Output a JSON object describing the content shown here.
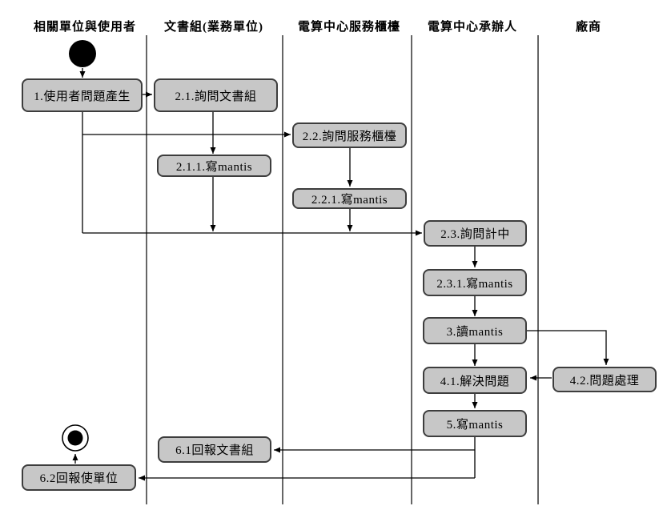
{
  "diagram": {
    "type": "uml-activity-swimlane",
    "colors": {
      "background": "#ffffff",
      "node_fill": "#c7c7c7",
      "node_border": "#3d3d3d",
      "line": "#000000",
      "text": "#000000"
    },
    "lanes": [
      {
        "label": "相關單位與使用者"
      },
      {
        "label": "文書組(業務單位)"
      },
      {
        "label": "電算中心服務櫃檯"
      },
      {
        "label": "電算中心承辦人"
      },
      {
        "label": "廠商"
      }
    ],
    "nodes": {
      "start": {
        "type": "initial-node",
        "lane": "相關單位與使用者"
      },
      "end": {
        "type": "final-node",
        "lane": "相關單位與使用者"
      }
    },
    "activities": [
      {
        "id": "1",
        "label": "1.使用者問題產生",
        "lane": "相關單位與使用者"
      },
      {
        "id": "2.1",
        "label": "2.1.詢問文書組",
        "lane": "文書組(業務單位)"
      },
      {
        "id": "2.1.1",
        "label": "2.1.1.寫mantis",
        "lane": "文書組(業務單位)"
      },
      {
        "id": "2.2",
        "label": "2.2.詢問服務櫃檯",
        "lane": "電算中心服務櫃檯"
      },
      {
        "id": "2.2.1",
        "label": "2.2.1.寫mantis",
        "lane": "電算中心服務櫃檯"
      },
      {
        "id": "2.3",
        "label": "2.3.詢問計中",
        "lane": "電算中心承辦人"
      },
      {
        "id": "2.3.1",
        "label": "2.3.1.寫mantis",
        "lane": "電算中心承辦人"
      },
      {
        "id": "3",
        "label": "3.讀mantis",
        "lane": "電算中心承辦人"
      },
      {
        "id": "4.1",
        "label": "4.1.解決問題",
        "lane": "電算中心承辦人"
      },
      {
        "id": "4.2",
        "label": "4.2.問題處理",
        "lane": "廠商"
      },
      {
        "id": "5",
        "label": "5.寫mantis",
        "lane": "電算中心承辦人"
      },
      {
        "id": "6.1",
        "label": "6.1回報文書組",
        "lane": "文書組(業務單位)"
      },
      {
        "id": "6.2",
        "label": "6.2回報使單位",
        "lane": "相關單位與使用者"
      }
    ],
    "edges": [
      {
        "from": "start",
        "to": "1"
      },
      {
        "from": "1",
        "to": "2.1"
      },
      {
        "from": "1",
        "to": "2.2"
      },
      {
        "from": "1",
        "to": "2.3"
      },
      {
        "from": "2.1",
        "to": "2.1.1"
      },
      {
        "from": "2.1.1",
        "to": "2.3"
      },
      {
        "from": "2.2",
        "to": "2.2.1"
      },
      {
        "from": "2.2.1",
        "to": "2.3"
      },
      {
        "from": "2.3",
        "to": "2.3.1"
      },
      {
        "from": "2.3.1",
        "to": "3"
      },
      {
        "from": "3",
        "to": "4.1"
      },
      {
        "from": "3",
        "to": "4.2"
      },
      {
        "from": "4.2",
        "to": "4.1"
      },
      {
        "from": "4.1",
        "to": "5"
      },
      {
        "from": "5",
        "to": "6.1"
      },
      {
        "from": "5",
        "to": "6.2"
      },
      {
        "from": "6.2",
        "to": "end"
      }
    ]
  }
}
